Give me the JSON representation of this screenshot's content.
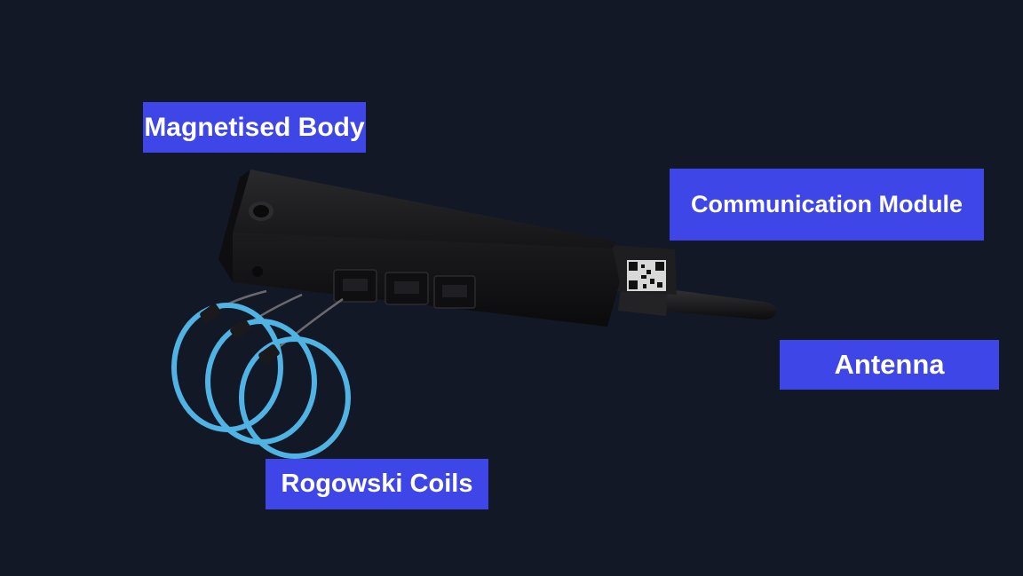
{
  "labels": {
    "magnetised_body": "Magnetised Body",
    "communication_module": "Communication Module",
    "antenna": "Antenna",
    "rogowski_coils": "Rogowski Coils"
  },
  "colors": {
    "background": "#131826",
    "label_background": "#3f46e8",
    "label_text": "#ffffff",
    "coil": "#4fb3e3",
    "device_body": "#1a1a1c"
  }
}
